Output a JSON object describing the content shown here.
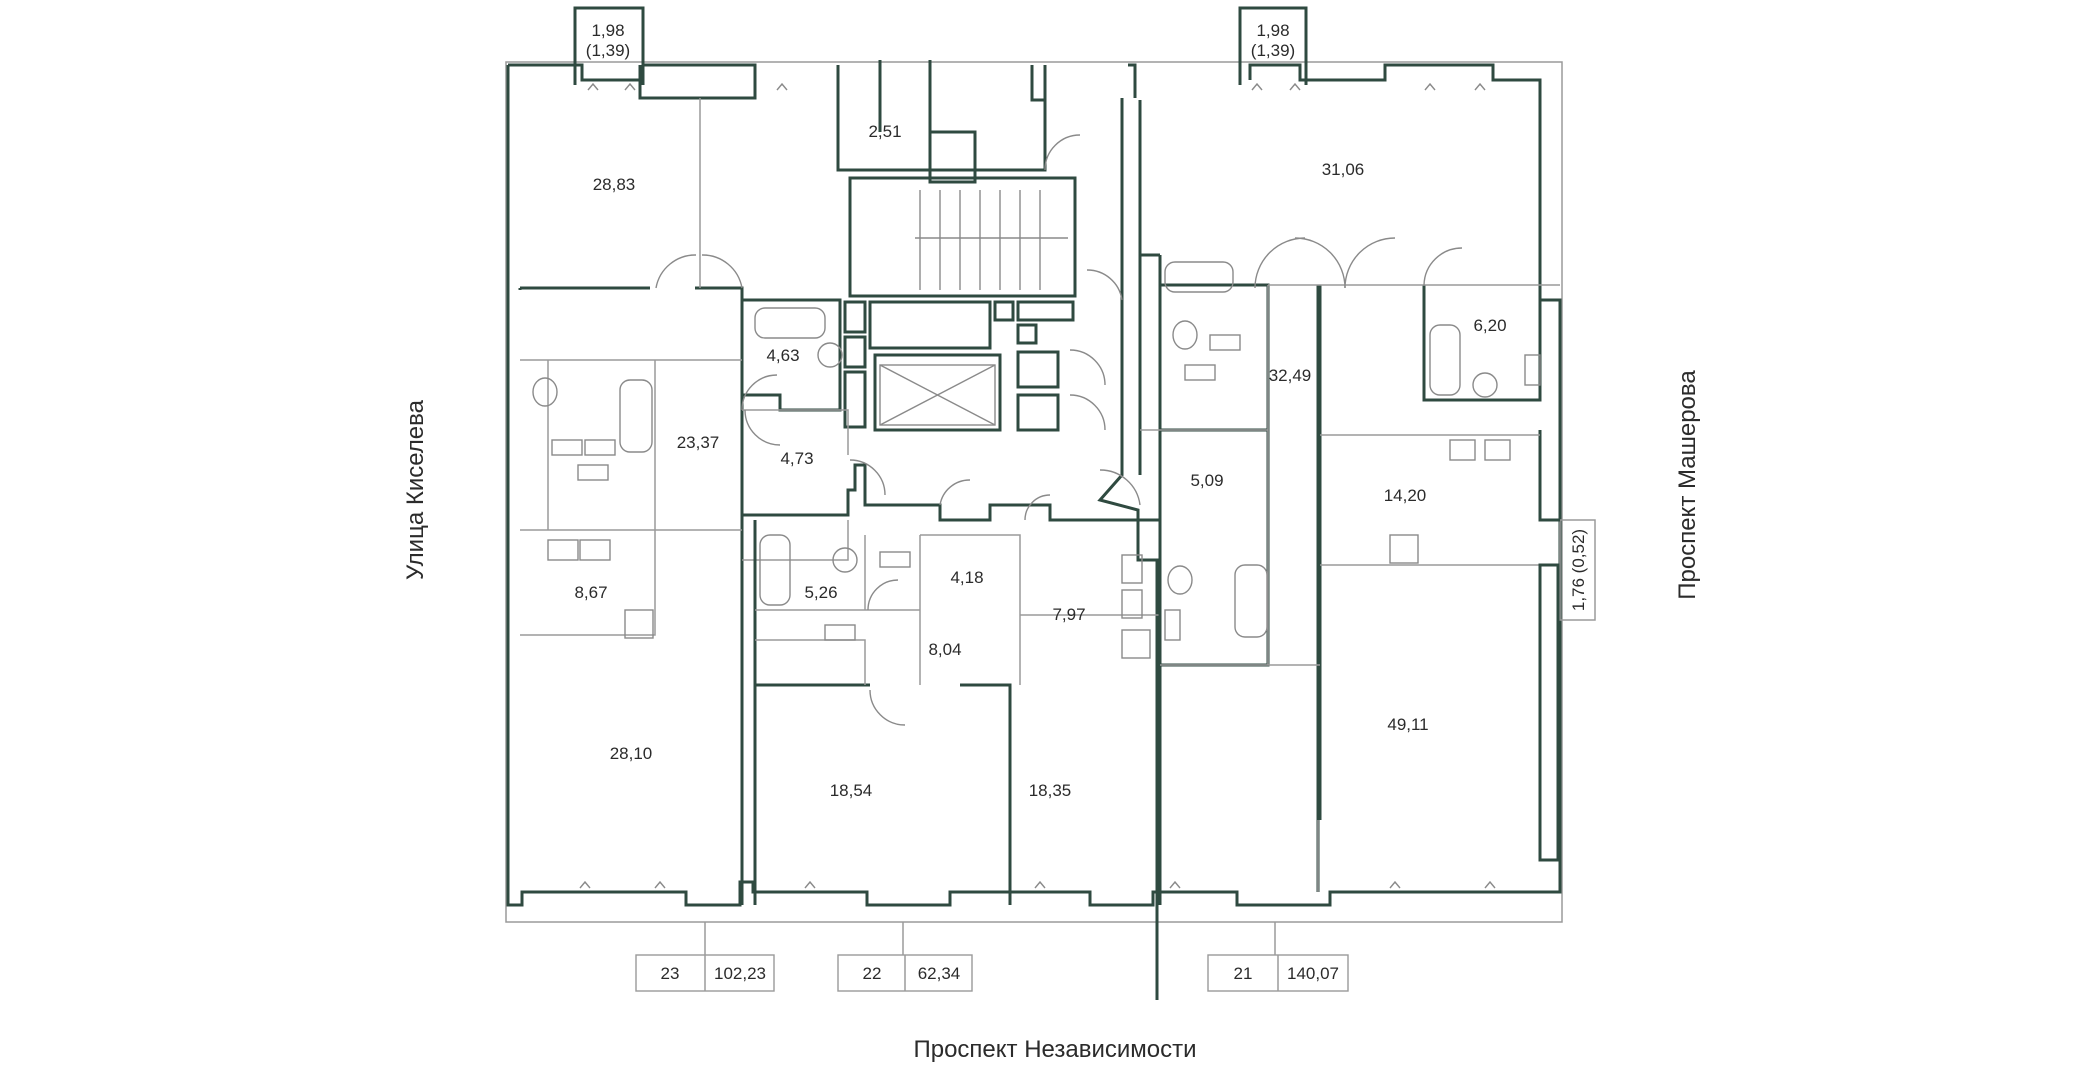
{
  "streets": {
    "left": "Улица Киселева",
    "right": "Проспект Машерова",
    "bottom": "Проспект Независимости"
  },
  "rooms": [
    {
      "id": "r-28-83",
      "label": "28,83"
    },
    {
      "id": "r-2-51",
      "label": "2,51"
    },
    {
      "id": "r-31-06",
      "label": "31,06"
    },
    {
      "id": "r-4-63",
      "label": "4,63"
    },
    {
      "id": "r-23-37",
      "label": "23,37"
    },
    {
      "id": "r-4-73",
      "label": "4,73"
    },
    {
      "id": "r-8-67",
      "label": "8,67"
    },
    {
      "id": "r-28-10",
      "label": "28,10"
    },
    {
      "id": "r-5-26",
      "label": "5,26"
    },
    {
      "id": "r-4-18",
      "label": "4,18"
    },
    {
      "id": "r-7-97",
      "label": "7,97"
    },
    {
      "id": "r-8-04",
      "label": "8,04"
    },
    {
      "id": "r-18-54",
      "label": "18,54"
    },
    {
      "id": "r-18-35",
      "label": "18,35"
    },
    {
      "id": "r-5-09",
      "label": "5,09"
    },
    {
      "id": "r-32-49",
      "label": "32,49"
    },
    {
      "id": "r-6-20",
      "label": "6,20"
    },
    {
      "id": "r-14-20",
      "label": "14,20"
    },
    {
      "id": "r-49-11",
      "label": "49,11"
    }
  ],
  "balconies": [
    {
      "id": "balcony-left",
      "area": "1,98",
      "reduced": "(1,39)"
    },
    {
      "id": "balcony-right",
      "area": "1,98",
      "reduced": "(1,39)"
    },
    {
      "id": "balcony-side",
      "text": "1,76 (0,52)"
    }
  ],
  "apartments": [
    {
      "id": "apt-23",
      "number": "23",
      "area": "102,23"
    },
    {
      "id": "apt-22",
      "number": "22",
      "area": "62,34"
    },
    {
      "id": "apt-21",
      "number": "21",
      "area": "140,07"
    }
  ]
}
